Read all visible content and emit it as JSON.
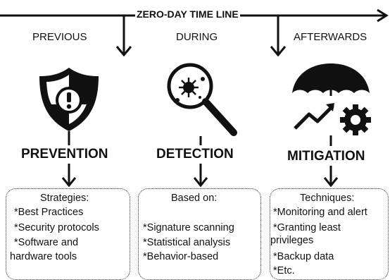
{
  "timeline": {
    "title": "ZERO-DAY TIME LINE"
  },
  "phases": [
    {
      "label": "PREVIOUS",
      "heading": "PREVENTION",
      "icon": "shield-alert-icon",
      "box_title": "Strategies:",
      "items": [
        "*Best Practices",
        "*Security protocols",
        "*Software and",
        "hardware tools"
      ]
    },
    {
      "label": "DURING",
      "heading": "DETECTION",
      "icon": "virus-magnifier-icon",
      "box_title": "Based on:",
      "items": [
        "*Signature scanning",
        "*Statistical analysis",
        "*Behavior-based"
      ]
    },
    {
      "label": "AFTERWARDS",
      "heading": "MITIGATION",
      "icon": "umbrella-growth-gear-icon",
      "box_title": "Techniques:",
      "items": [
        "*Monitoring and alert",
        " *Granting least",
        "privileges",
        " *Backup data",
        " *Etc."
      ]
    }
  ]
}
